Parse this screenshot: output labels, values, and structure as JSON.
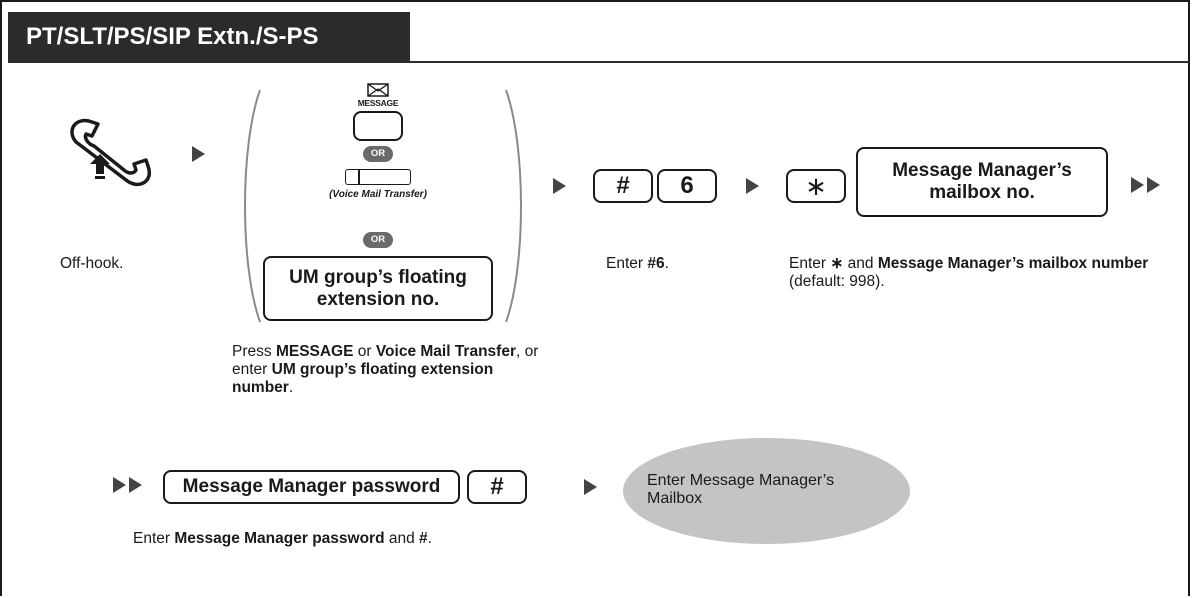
{
  "header": {
    "title": "PT/SLT/PS/SIP Extn./S-PS"
  },
  "step1": {
    "caption": "Off-hook."
  },
  "step2": {
    "message_key_label": "MESSAGE",
    "or_label": "OR",
    "vm_transfer_label": "(Voice Mail Transfer)",
    "um_key_text": "UM group’s floating extension no.",
    "caption": {
      "t1": "Press ",
      "b1": "MESSAGE",
      "t2": " or ",
      "b2": "Voice Mail Transfer",
      "t3": ", or enter ",
      "b3": "UM group’s floating extension number",
      "t4": "."
    }
  },
  "step3": {
    "key_hash": "#",
    "key_6": "6",
    "caption": {
      "t1": "Enter ",
      "b1": "#6",
      "t2": "."
    }
  },
  "step4": {
    "star_symbol": "∗",
    "mailbox_key_text": "Message Manager’s mailbox no.",
    "caption": {
      "t1": "Enter ",
      "star": "∗",
      "t2": " and ",
      "b1": "Message Manager’s mailbox number",
      "t3": " (default: 998)."
    }
  },
  "step5": {
    "password_key_text": "Message Manager password",
    "key_hash": "#",
    "caption": {
      "t1": "Enter ",
      "b1": "Message Manager password",
      "t2": " and ",
      "b2": "#",
      "t3": "."
    }
  },
  "result": {
    "text": "Enter Message Manager’s Mailbox"
  },
  "colors": {
    "header_bg": "#2b2b2b",
    "arrow": "#444444",
    "result_bubble": "#c4c4c4",
    "or_badge": "#6a6a6a"
  }
}
